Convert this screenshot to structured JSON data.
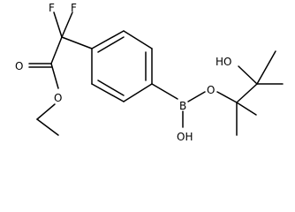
{
  "molecule": {
    "atoms": {
      "f1": "F",
      "f2": "F",
      "o_carbonyl": "O",
      "o_ester": "O",
      "b": "B",
      "o_boron_ring": "O",
      "oh_boron": "OH",
      "ho_tail": "HO"
    }
  },
  "colors": {
    "bond": "#000000",
    "text": "#000000",
    "background": "#ffffff"
  }
}
